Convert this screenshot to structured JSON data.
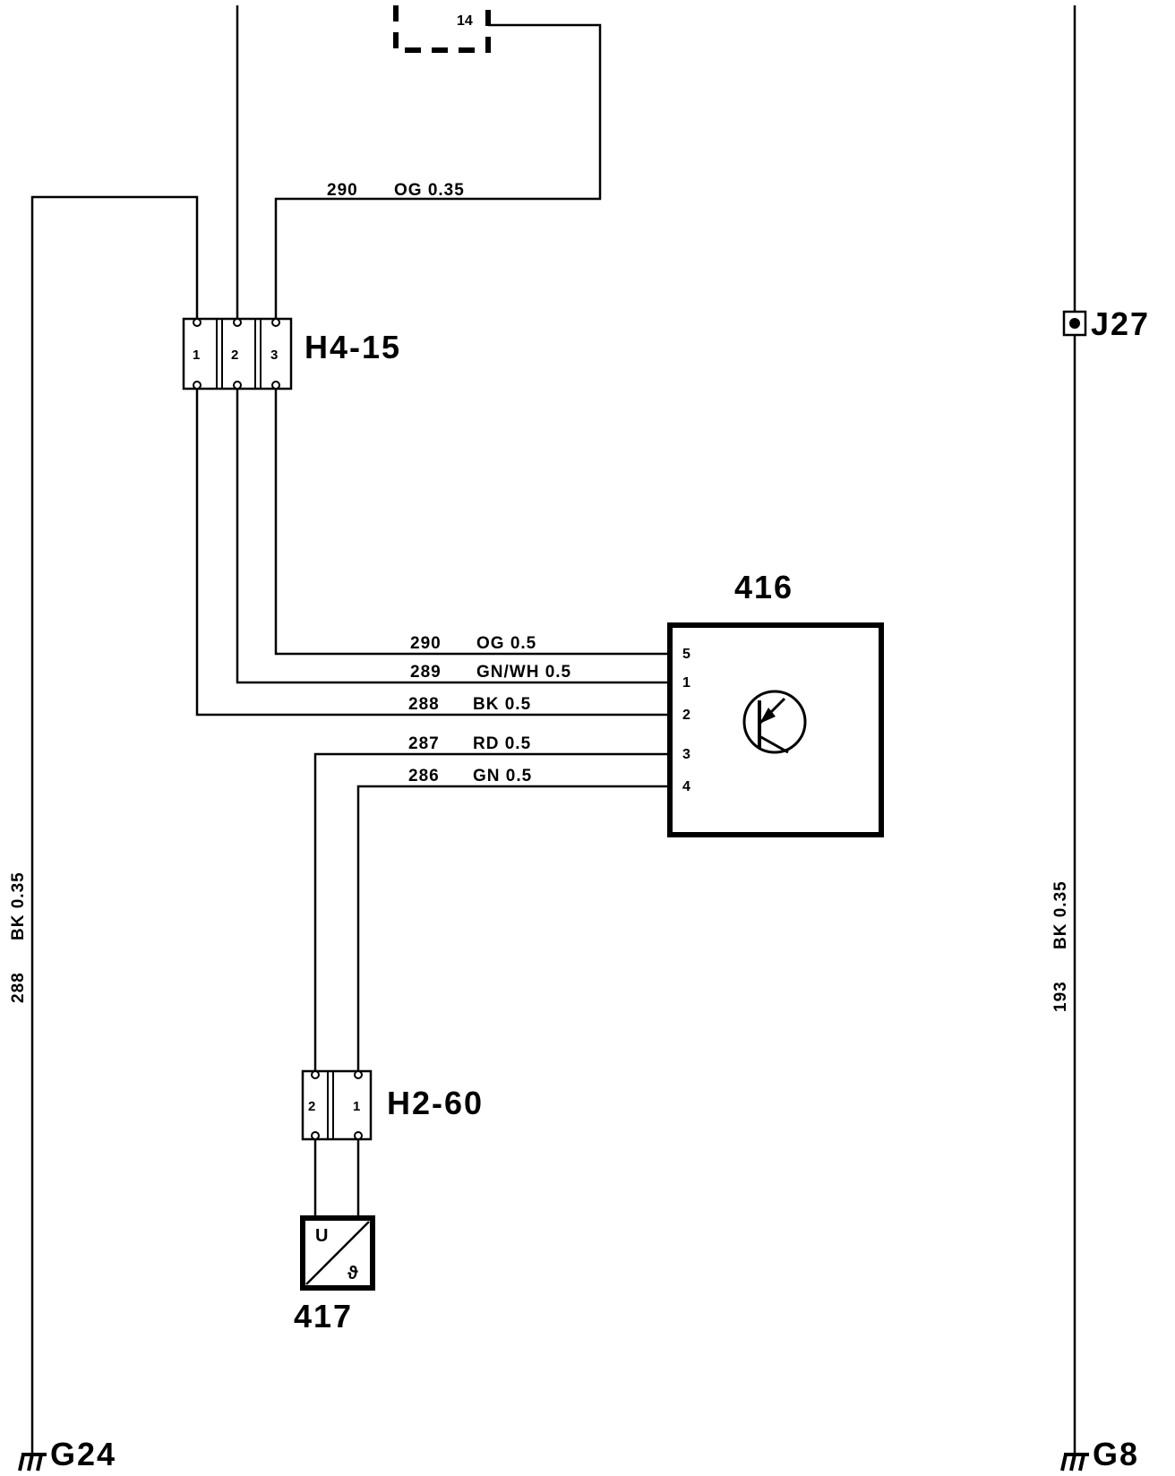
{
  "connector_top": {
    "pin": "14"
  },
  "connectors": {
    "h4_15": {
      "label": "H4-15",
      "pins": [
        "1",
        "2",
        "3"
      ]
    },
    "h2_60": {
      "label": "H2-60",
      "pins": [
        "2",
        "1"
      ]
    }
  },
  "components": {
    "c416": {
      "label": "416",
      "pins": [
        "5",
        "1",
        "2",
        "3",
        "4"
      ]
    },
    "c417": {
      "label": "417",
      "symbol_top": "U",
      "symbol_bottom": "ϑ"
    }
  },
  "splice": {
    "label": "J27"
  },
  "grounds": {
    "left": "G24",
    "right": "G8"
  },
  "wires": {
    "w290_top": {
      "num": "290",
      "spec": "OG 0.35"
    },
    "w290": {
      "num": "290",
      "spec": "OG 0.5"
    },
    "w289": {
      "num": "289",
      "spec": "GN/WH 0.5"
    },
    "w288": {
      "num": "288",
      "spec": "BK 0.5"
    },
    "w287": {
      "num": "287",
      "spec": "RD 0.5"
    },
    "w286": {
      "num": "286",
      "spec": "GN 0.5"
    },
    "w288_left": {
      "num": "288",
      "spec": "BK 0.35"
    },
    "w193_right": {
      "num": "193",
      "spec": "BK 0.35"
    }
  }
}
